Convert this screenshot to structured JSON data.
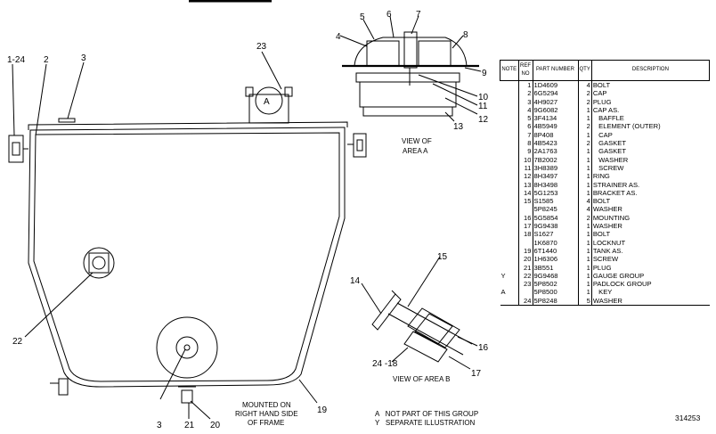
{
  "main_view_callouts": [
    "1-24",
    "2",
    "3",
    "23",
    "22",
    "3",
    "21",
    "20",
    "19",
    "A"
  ],
  "mounting_note": [
    "MOUNTED ON",
    "RIGHT HAND SIDE",
    "OF FRAME"
  ],
  "view_a": {
    "callouts": [
      "4",
      "5",
      "6",
      "7",
      "8",
      "9",
      "10",
      "11",
      "12",
      "13"
    ],
    "caption": [
      "VIEW OF",
      "AREA A"
    ]
  },
  "view_b": {
    "callouts": [
      "14",
      "15",
      "16",
      "17",
      "24 -18"
    ],
    "caption": "VIEW OF AREA B"
  },
  "parts_table": {
    "headers": [
      "NOTE",
      "REF NO",
      "PART NUMBER",
      "QTY",
      "DESCRIPTION"
    ],
    "rows": [
      {
        "note": "",
        "ref": "1",
        "part": "1D4609",
        "qty": "4",
        "desc": "BOLT"
      },
      {
        "note": "",
        "ref": "2",
        "part": "6G5294",
        "qty": "2",
        "desc": "CAP"
      },
      {
        "note": "",
        "ref": "3",
        "part": "4H9027",
        "qty": "2",
        "desc": "PLUG"
      },
      {
        "note": "",
        "ref": "4",
        "part": "9G6082",
        "qty": "1",
        "desc": "CAP AS."
      },
      {
        "note": "",
        "ref": "5",
        "part": "3F4134",
        "qty": "1",
        "desc": "   BAFFLE"
      },
      {
        "note": "",
        "ref": "6",
        "part": "4B5949",
        "qty": "2",
        "desc": "   ELEMENT (OUTER)"
      },
      {
        "note": "",
        "ref": "7",
        "part": "8P408",
        "qty": "1",
        "desc": "   CAP"
      },
      {
        "note": "",
        "ref": "8",
        "part": "4B5423",
        "qty": "2",
        "desc": "   GASKET"
      },
      {
        "note": "",
        "ref": "9",
        "part": "2A1763",
        "qty": "1",
        "desc": "   GASKET"
      },
      {
        "note": "",
        "ref": "10",
        "part": "7B2002",
        "qty": "1",
        "desc": "   WASHER"
      },
      {
        "note": "",
        "ref": "11",
        "part": "3H8389",
        "qty": "1",
        "desc": "   SCREW"
      },
      {
        "note": "",
        "ref": "12",
        "part": "8H3497",
        "qty": "1",
        "desc": "RING"
      },
      {
        "note": "",
        "ref": "13",
        "part": "8H3498",
        "qty": "1",
        "desc": "STRAINER AS."
      },
      {
        "note": "",
        "ref": "14",
        "part": "5G1253",
        "qty": "1",
        "desc": "BRACKET AS."
      },
      {
        "note": "",
        "ref": "15",
        "part": "S1585",
        "qty": "4",
        "desc": "BOLT"
      },
      {
        "note": "",
        "ref": "",
        "part": "5P8245",
        "qty": "4",
        "desc": "WASHER"
      },
      {
        "note": "",
        "ref": "16",
        "part": "5G5854",
        "qty": "2",
        "desc": "MOUNTING"
      },
      {
        "note": "",
        "ref": "17",
        "part": "9G9438",
        "qty": "1",
        "desc": "WASHER"
      },
      {
        "note": "",
        "ref": "18",
        "part": "S1627",
        "qty": "1",
        "desc": "BOLT"
      },
      {
        "note": "",
        "ref": "",
        "part": "1K6870",
        "qty": "1",
        "desc": "LOCKNUT"
      },
      {
        "note": "",
        "ref": "19",
        "part": "6T1440",
        "qty": "1",
        "desc": "TANK AS."
      },
      {
        "note": "",
        "ref": "20",
        "part": "1H6306",
        "qty": "1",
        "desc": "SCREW"
      },
      {
        "note": "",
        "ref": "21",
        "part": "3B551",
        "qty": "1",
        "desc": "PLUG"
      },
      {
        "note": "Y",
        "ref": "22",
        "part": "9G9468",
        "qty": "1",
        "desc": "GAUGE GROUP"
      },
      {
        "note": "",
        "ref": "23",
        "part": "5P8502",
        "qty": "1",
        "desc": "PADLOCK GROUP"
      },
      {
        "note": "A",
        "ref": "",
        "part": "5P8500",
        "qty": "1",
        "desc": "   KEY"
      },
      {
        "note": "",
        "ref": "24",
        "part": "5P8248",
        "qty": "5",
        "desc": "WASHER"
      }
    ]
  },
  "legend": [
    "A   NOT PART OF THIS GROUP",
    "Y   SEPARATE ILLUSTRATION"
  ],
  "drawing_id": "314253"
}
